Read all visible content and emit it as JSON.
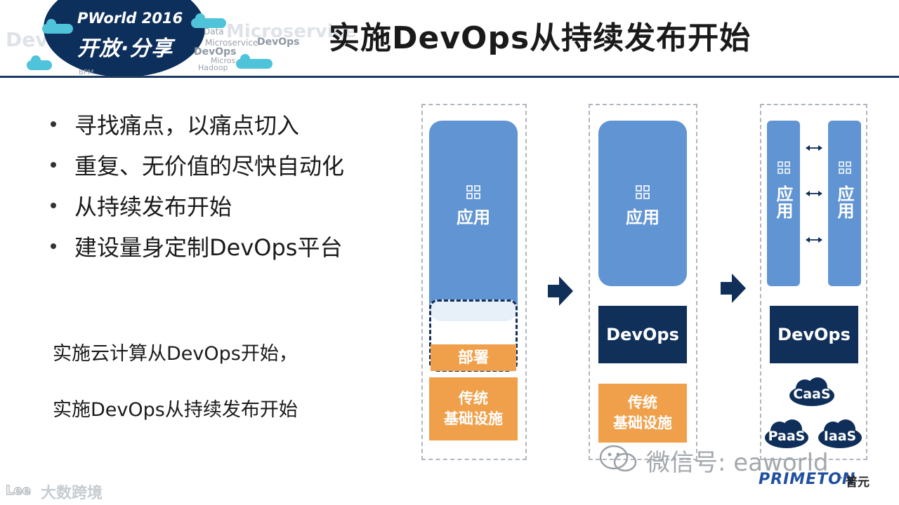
{
  "header": {
    "badge_line1": "PWorld 2016",
    "badge_line2": "开放·分享",
    "title": "实施DevOps从持续发布开始",
    "tag_words": [
      "Data",
      "Microservice",
      "Microservice",
      "DevOps",
      "DevOps",
      "Hadoop",
      "Micros",
      "BPM"
    ]
  },
  "bullets": [
    "寻找痛点，以痛点切入",
    "重复、无价值的尽快自动化",
    "从持续发布开始",
    "建设量身定制DevOps平台"
  ],
  "notes": [
    "实施云计算从DevOps开始，",
    "实施DevOps从持续发布开始"
  ],
  "diagram": {
    "stage1": {
      "app_label": "应用",
      "deploy_label": "部署",
      "infra_label": "传统\n基础设施"
    },
    "stage2": {
      "app_label": "应用",
      "devops_label": "DevOps",
      "infra_label": "传统\n基础设施"
    },
    "stage3": {
      "app_left_label": "应用",
      "app_right_label": "应用",
      "devops_label": "DevOps",
      "clouds": [
        "CaaS",
        "PaaS",
        "IaaS"
      ]
    }
  },
  "footer": {
    "wechat": "微信号: eaworld",
    "left_logo": "大数跨境",
    "brand": "PRIMETON",
    "brand_cn": "普元"
  },
  "colors": {
    "app_blue": "#6194d3",
    "navy": "#102f59",
    "orange": "#f0a04b",
    "header_rule": "#1b3a60",
    "cloud_blue": "#0f2f5a"
  }
}
